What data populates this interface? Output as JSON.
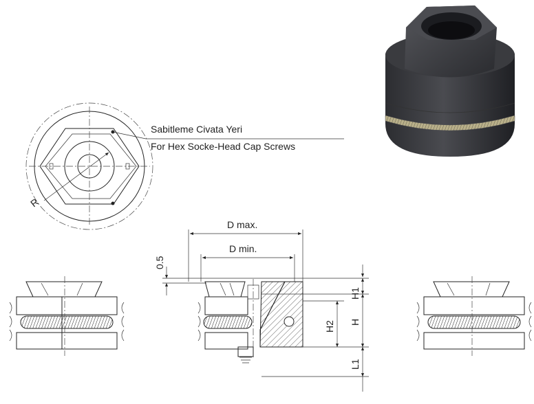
{
  "callout": {
    "line1": "Sabitleme Civata Yeri",
    "line2": "For Hex Socke-Head Cap Screws"
  },
  "labels": {
    "radius": "R",
    "d_max": "D max.",
    "d_min": "D min.",
    "offset": "0.5",
    "h1": "H1",
    "h2": "H2",
    "h": "H",
    "l1": "L1"
  },
  "colors": {
    "line": "#222222",
    "part_body": "#3a3b3f",
    "spring": "#b9b08a"
  }
}
